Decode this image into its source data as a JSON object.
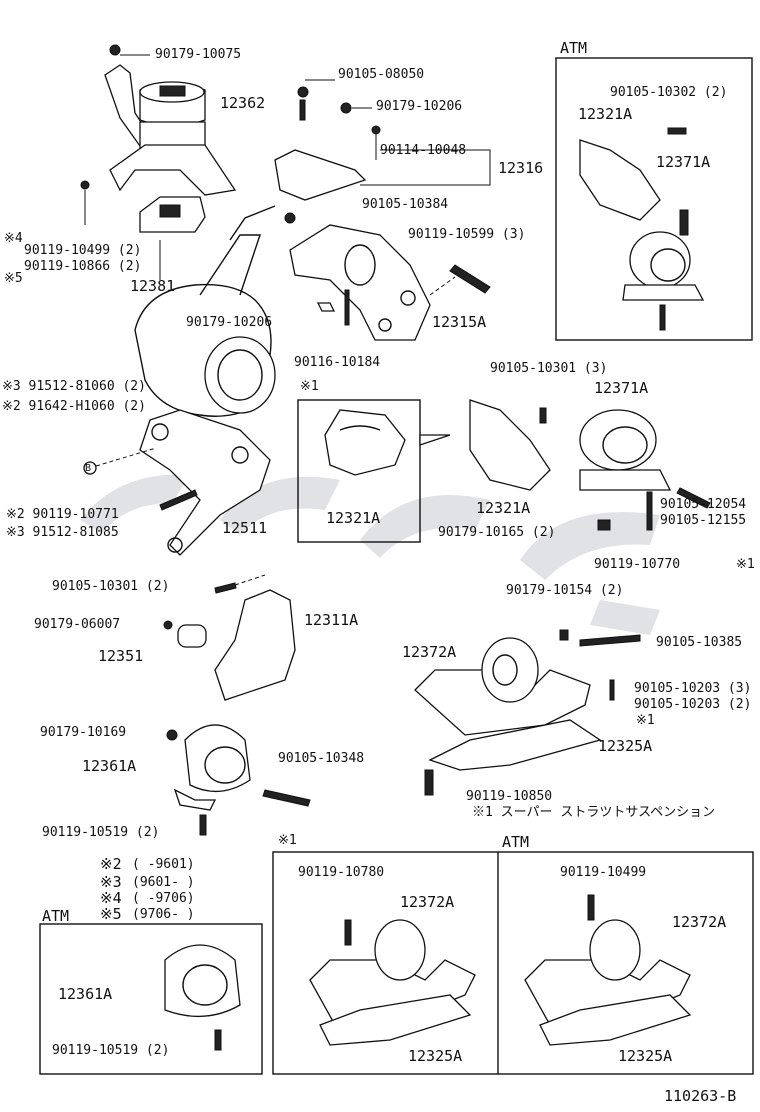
{
  "diagram_id": "110263-B",
  "atm": "ATM",
  "refs": {
    "r1": "※1",
    "super_strut": "※1 スーパー ストラツトサスペンション",
    "sub": "※1"
  },
  "notes": [
    {
      "mark": "※2",
      "text": "(      -9601)"
    },
    {
      "mark": "※3",
      "text": "(9601-      )"
    },
    {
      "mark": "※4",
      "text": "(      -9706)"
    },
    {
      "mark": "※5",
      "text": "(9706-      )"
    }
  ],
  "parts": {
    "p1": "90179-10075",
    "p2": "12362",
    "p3": "※4",
    "p4": "90119-10499 (2)",
    "p5": "90119-10866 (2)",
    "p6": "※5",
    "p7": "12381",
    "p8": "90105-08050",
    "p9": "90179-10206",
    "p10": "90114-10048",
    "p11": "12316",
    "p12": "90105-10384",
    "p13": "90119-10599 (3)",
    "p14": "90179-10206",
    "p15": "12315A",
    "p16": "90116-10184",
    "p17": "※3 91512-81060 (2)",
    "p18": "※2 91642-H1060 (2)",
    "p19": "B",
    "p20": "※2 90119-10771",
    "p21": "※3 91512-81085",
    "p22": "12511",
    "p23": "12321A",
    "p24": "90105-10301 (3)",
    "p25": "12371A",
    "p26": "12321A",
    "p27": "90179-10165 (2)",
    "p28": "90119-10770",
    "p29": "90105-12054",
    "p30": "90105-12155",
    "p31": "※1",
    "p32": "90105-10301 (2)",
    "p33": "90179-06007",
    "p34": "12311A",
    "p35": "12351",
    "p36": "90179-10154 (2)",
    "p37": "90105-10385",
    "p38": "12372A",
    "p39": "90105-10203 (3)",
    "p40": "90105-10203 (2)",
    "p41": "12325A",
    "p42": "90179-10169",
    "p43": "12361A",
    "p44": "90105-10348",
    "p45": "90119-10850",
    "p46": "90119-10519 (2)",
    "p47": "12361A",
    "p48": "90119-10519 (2)",
    "p49": "90119-10780",
    "p50": "12372A",
    "p51": "12325A",
    "p52": "90119-10499",
    "p53": "12372A",
    "p54": "12325A",
    "atm1": "ATM",
    "atm2": "ATM",
    "atm3": "ATM",
    "a1": "90105-10302 (2)",
    "a2": "12321A",
    "a3": "12371A"
  }
}
